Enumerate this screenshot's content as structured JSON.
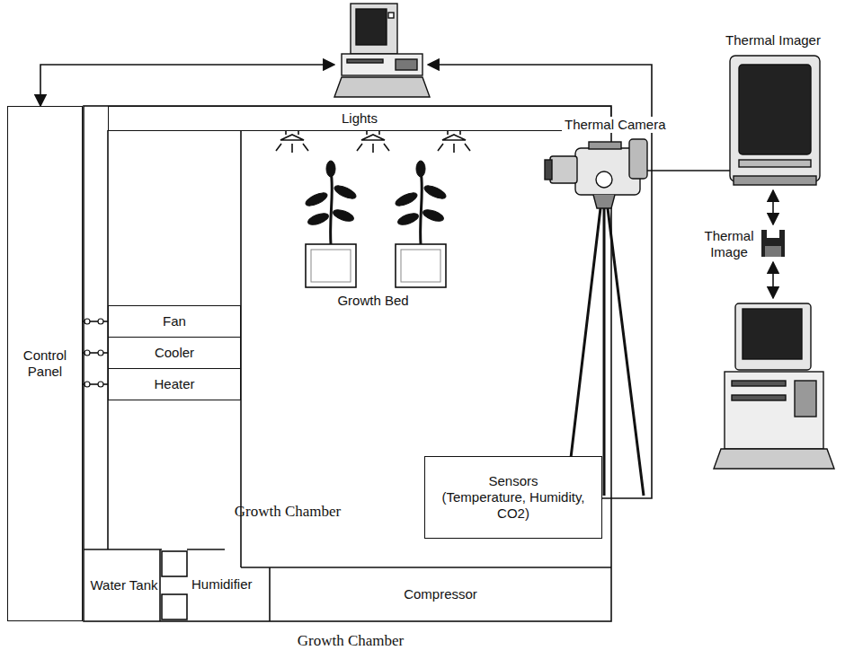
{
  "diagram": {
    "caption": "Growth Chamber",
    "nodes": [
      {
        "text": [
          "Control Panel"
        ]
      },
      {
        "text": [
          "Lights"
        ]
      },
      {
        "text": [
          "Fan"
        ]
      },
      {
        "text": [
          "Cooler"
        ]
      },
      {
        "text": [
          "Heater"
        ]
      },
      {
        "text": [
          "Sensors",
          "(Temperature, Humidity, CO2)"
        ]
      },
      {
        "text": [
          "Water Tank"
        ]
      },
      {
        "text": [
          "Compressor"
        ]
      }
    ],
    "edges": [
      {
        "from": 0,
        "to": 2,
        "arrow": "none"
      },
      {
        "from": 0,
        "to": 3,
        "arrow": "none"
      },
      {
        "from": 0,
        "to": 4,
        "arrow": "none"
      }
    ],
    "labels": [
      "Growth Bed",
      "Growth Chamber",
      "Humidifier",
      "Thermal Camera",
      "Thermal Imager",
      "Thermal Image"
    ]
  }
}
